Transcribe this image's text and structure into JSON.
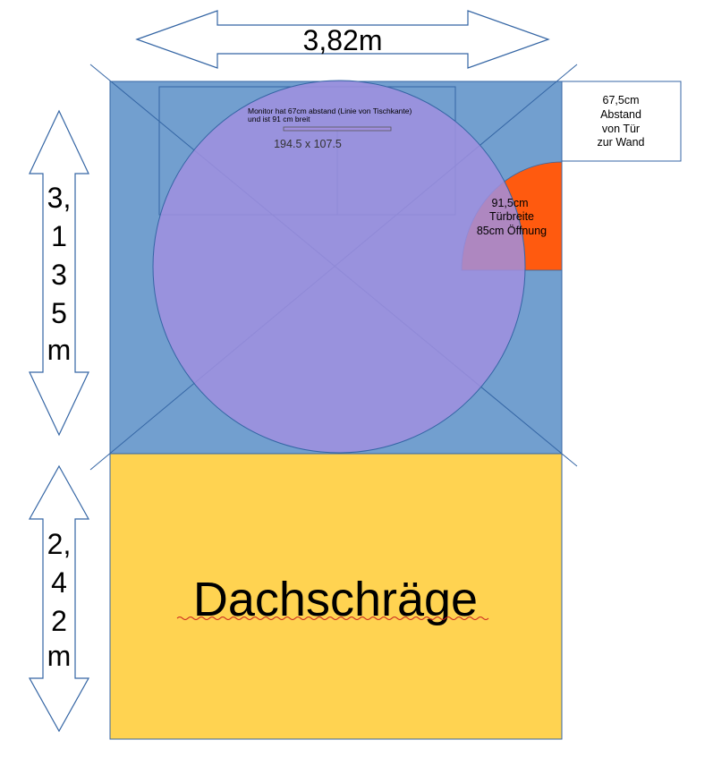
{
  "top_arrow": {
    "label": "3,82m"
  },
  "left_upper_arrow": {
    "lines": [
      "3,",
      "1",
      "3",
      "5",
      "m"
    ]
  },
  "left_lower_arrow": {
    "lines": [
      "2,",
      "4",
      "2",
      "m"
    ]
  },
  "room": {
    "fill": "#729fcf"
  },
  "slope": {
    "label": "Dachschräge",
    "fill": "#ffd351"
  },
  "circle": {
    "fill": "#a08fdf"
  },
  "desk": {
    "note_line1": "Monitor hat 67cm abstand (Linie von Tischkante)",
    "note_line2": "und ist 91 cm breit",
    "size": "194.5 x 107.5"
  },
  "door": {
    "line1": "91,5cm",
    "line2": "Türbreite",
    "line3": "85cm Öffnung",
    "fill": "#ff5a0f"
  },
  "door_note": {
    "lines": [
      "67,5cm",
      "Abstand",
      "von Tür",
      "zur Wand"
    ]
  }
}
